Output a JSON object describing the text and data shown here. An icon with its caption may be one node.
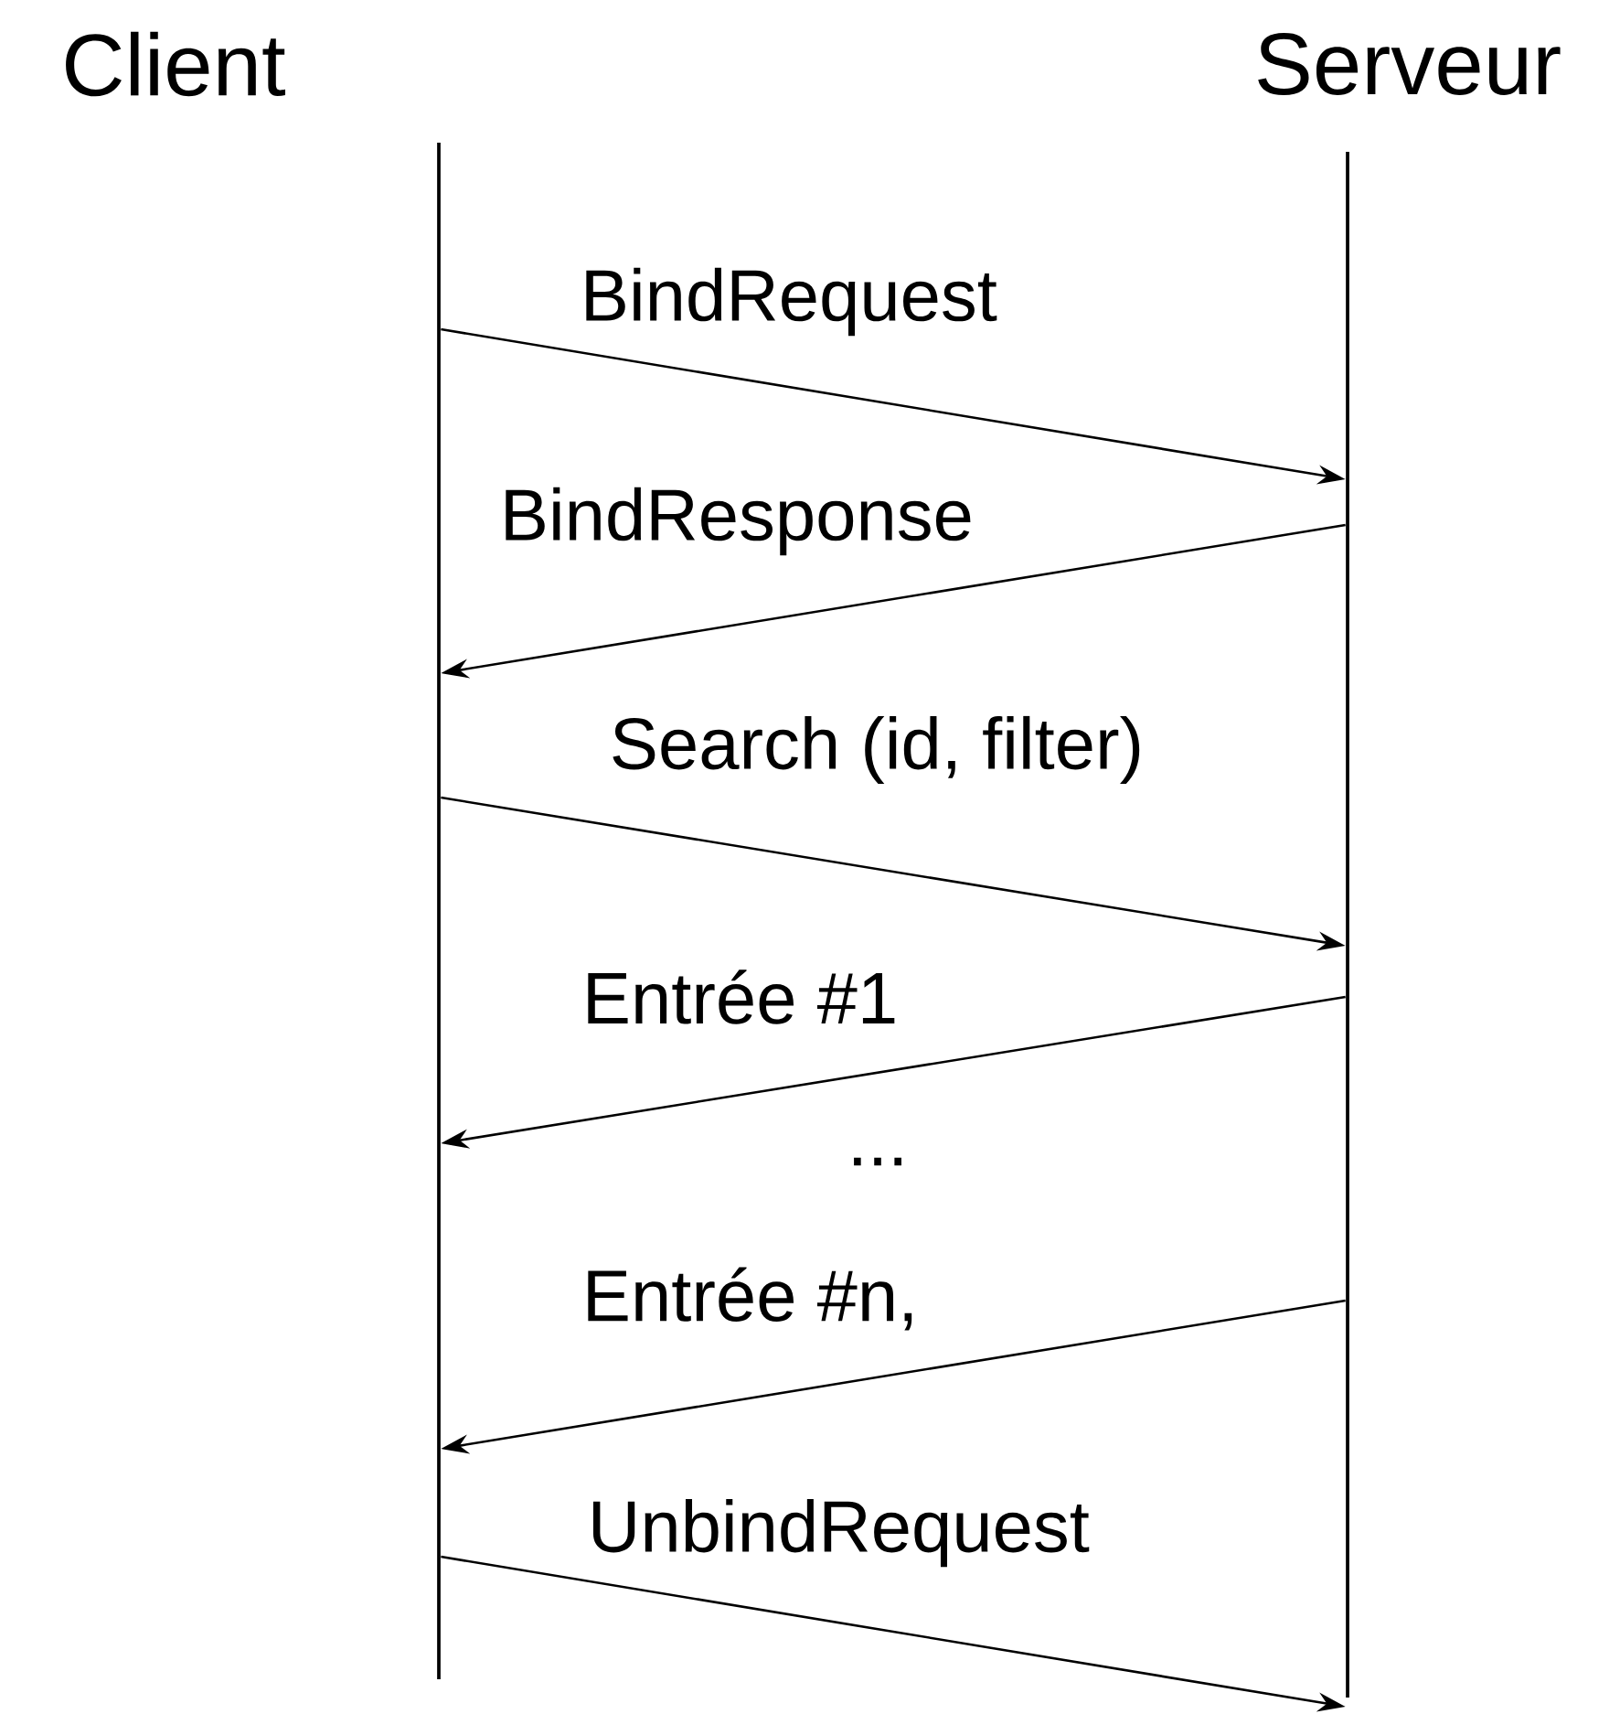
{
  "diagram": {
    "nodes": [
      {
        "text": [
          "Client"
        ]
      },
      {
        "text": [
          "Serveur"
        ]
      },
      {
        "text": [],
        "shape": "bar"
      },
      {
        "text": [],
        "shape": "bar"
      }
    ],
    "edges": [
      {
        "from": 2,
        "to": 3,
        "arrow": "to",
        "label": "BindRequest"
      },
      {
        "from": 3,
        "to": 2,
        "arrow": "to",
        "label": "BindResponse"
      },
      {
        "from": 2,
        "to": 3,
        "arrow": "to",
        "label": "Search (id, filter)"
      },
      {
        "from": 3,
        "to": 2,
        "arrow": "to",
        "label": "Entrée #1"
      },
      {
        "from": 3,
        "to": 2,
        "arrow": "to",
        "label": "Entrée #n,"
      },
      {
        "from": 2,
        "to": 3,
        "arrow": "to",
        "label": "UnbindRequest"
      }
    ],
    "labels": [
      "..."
    ]
  }
}
